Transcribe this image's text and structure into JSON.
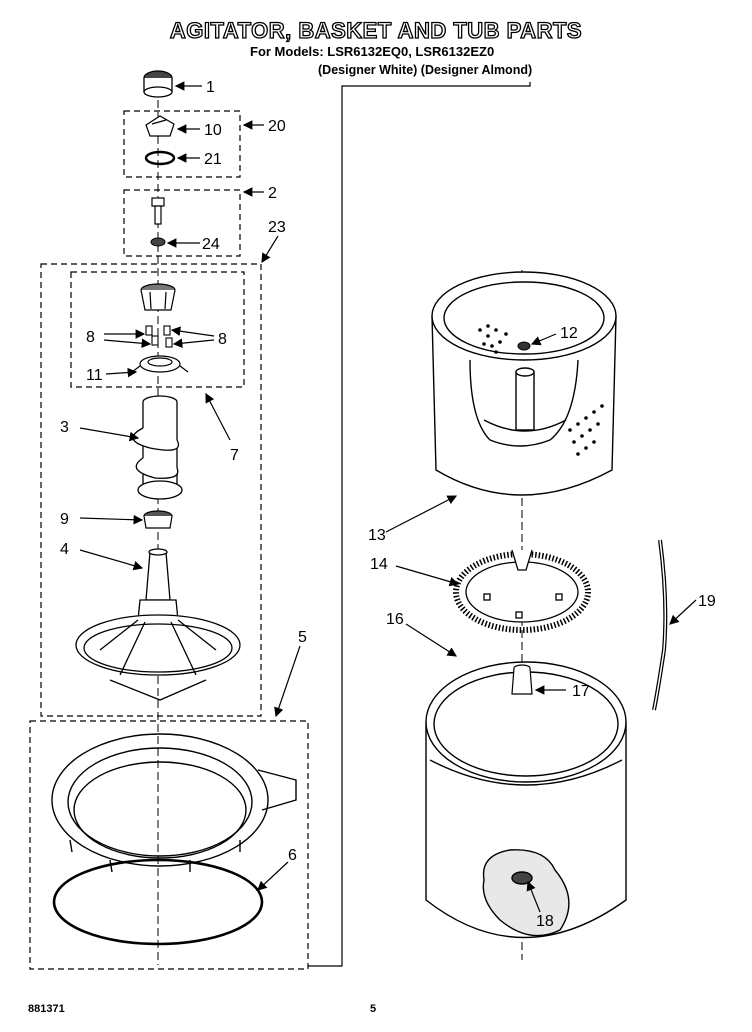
{
  "header": {
    "title": "AGITATOR, BASKET AND TUB PARTS",
    "models": "For Models: LSR6132EQ0,  LSR6132EZ0",
    "variants": "(Designer White)  (Designer Almond)"
  },
  "callouts": [
    "1",
    "20",
    "10",
    "21",
    "2",
    "24",
    "23",
    "8",
    "8",
    "11",
    "7",
    "3",
    "9",
    "4",
    "5",
    "6",
    "12",
    "13",
    "14",
    "16",
    "17",
    "19",
    "18"
  ],
  "footer": {
    "doc_number": "881371",
    "page": "5"
  }
}
